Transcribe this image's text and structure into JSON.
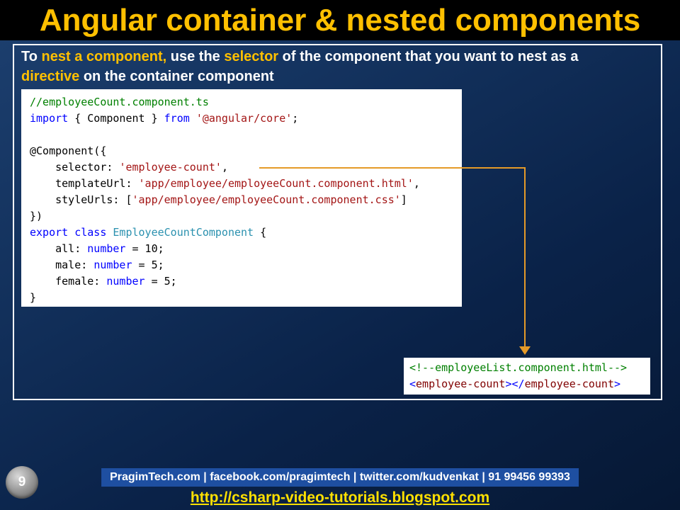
{
  "title": "Angular container & nested components",
  "intro_lines": [
    [
      {
        "t": "To ",
        "hl": false
      },
      {
        "t": "nest a component,",
        "hl": true
      },
      {
        "t": " use the ",
        "hl": false
      },
      {
        "t": "selector",
        "hl": true
      },
      {
        "t": " of the component that you want to nest as a",
        "hl": false
      }
    ],
    [
      {
        "t": "directive",
        "hl": true
      },
      {
        "t": " on the container component",
        "hl": false
      }
    ]
  ],
  "code_ts": {
    "lines": [
      [
        {
          "t": "//employeeCount.component.ts",
          "c": "com"
        }
      ],
      [
        {
          "t": "import",
          "c": "kw"
        },
        {
          "t": " { Component } ",
          "c": "pl"
        },
        {
          "t": "from",
          "c": "kw"
        },
        {
          "t": " ",
          "c": "pl"
        },
        {
          "t": "'@angular/core'",
          "c": "str"
        },
        {
          "t": ";",
          "c": "pl"
        }
      ],
      [],
      [
        {
          "t": "@Component({",
          "c": "pl"
        }
      ],
      [
        {
          "t": "    selector: ",
          "c": "pl"
        },
        {
          "t": "'employee-count'",
          "c": "str"
        },
        {
          "t": ",",
          "c": "pl"
        }
      ],
      [
        {
          "t": "    templateUrl: ",
          "c": "pl"
        },
        {
          "t": "'app/employee/employeeCount.component.html'",
          "c": "str"
        },
        {
          "t": ",",
          "c": "pl"
        }
      ],
      [
        {
          "t": "    styleUrls: [",
          "c": "pl"
        },
        {
          "t": "'app/employee/employeeCount.component.css'",
          "c": "str"
        },
        {
          "t": "]",
          "c": "pl"
        }
      ],
      [
        {
          "t": "})",
          "c": "pl"
        }
      ],
      [
        {
          "t": "export",
          "c": "kw"
        },
        {
          "t": " ",
          "c": "pl"
        },
        {
          "t": "class",
          "c": "kw"
        },
        {
          "t": " ",
          "c": "pl"
        },
        {
          "t": "EmployeeCountComponent",
          "c": "cls"
        },
        {
          "t": " {",
          "c": "pl"
        }
      ],
      [
        {
          "t": "    all: ",
          "c": "pl"
        },
        {
          "t": "number",
          "c": "kw"
        },
        {
          "t": " = 10;",
          "c": "pl"
        }
      ],
      [
        {
          "t": "    male: ",
          "c": "pl"
        },
        {
          "t": "number",
          "c": "kw"
        },
        {
          "t": " = 5;",
          "c": "pl"
        }
      ],
      [
        {
          "t": "    female: ",
          "c": "pl"
        },
        {
          "t": "number",
          "c": "kw"
        },
        {
          "t": " = 5;",
          "c": "pl"
        }
      ],
      [
        {
          "t": "}",
          "c": "pl"
        }
      ]
    ]
  },
  "code_html": {
    "lines": [
      [
        {
          "t": "<!--employeeList.component.html-->",
          "c": "com"
        }
      ],
      [
        {
          "t": "<",
          "c": "kw"
        },
        {
          "t": "employee-count",
          "c": "tag"
        },
        {
          "t": ">",
          "c": "kw"
        },
        {
          "t": "</",
          "c": "kw"
        },
        {
          "t": "employee-count",
          "c": "tag"
        },
        {
          "t": ">",
          "c": "kw"
        }
      ]
    ]
  },
  "footer": {
    "text": "PragimTech.com | facebook.com/pragimtech | twitter.com/kudvenkat | 91 99456 99393"
  },
  "link": {
    "url_text": "http://csharp-video-tutorials.blogspot.com"
  },
  "slide_number": "9",
  "colors": {
    "title": "#FFC000",
    "highlight": "#FFC000",
    "arrow": "#E59A28",
    "code_comment": "#008000",
    "code_keyword": "#0000FF",
    "code_string": "#A31515",
    "code_class": "#2B91AF",
    "code_tag": "#800000",
    "footer_bar": "#1E4FA1",
    "link": "#FFE000",
    "background_top": "#1d4070",
    "background_bottom": "#061834"
  }
}
